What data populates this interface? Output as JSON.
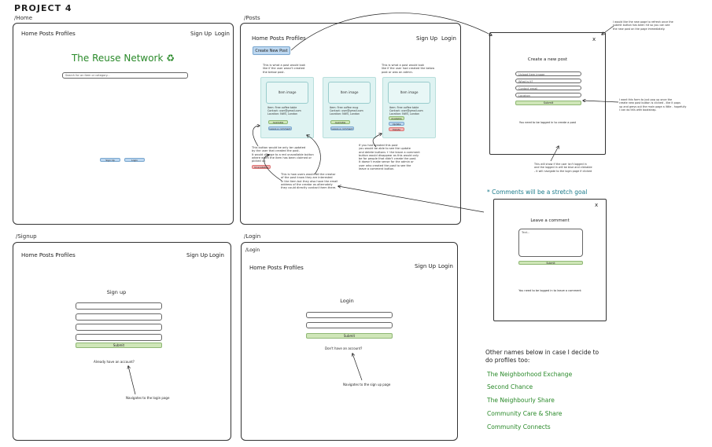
{
  "project_title": "PROJECT 4",
  "nav": {
    "brand": "Home Posts Profiles",
    "signup": "Sign Up",
    "login": "Login"
  },
  "home": {
    "route": "/Home",
    "title": "The Reuse Network ♻",
    "search_placeholder": "Search for an item or category...",
    "signup_btn": "Sign Up",
    "login_btn": "Login"
  },
  "posts": {
    "route": "/Posts",
    "create_btn": "Create New Post",
    "note1": "This is what a post would look\nlike if the user wasn't created\nthe below post.",
    "note2": "This is what a post would look\nlike if the user had created the below\npost or was an admin.",
    "card_image": "Item image",
    "card_info": "Item: Free coffee table\nContact: user@gmail.com\nLocation: NW5, London",
    "card2_info": "Item: Free coffee mug\nContact: user@gmail.com\nLocation: NW5, London",
    "available": "Available",
    "leave_comment": "Leave a comment",
    "update": "Update",
    "delete": "Delete",
    "unavailable": "Unavailable",
    "note3": "This button would be only be updated\nby the user that created the post.\nIt would change to a red unavailable button\nwhere when the item has been claimed or\npicked up",
    "note4": "If you had created this post\nyou would be able to see the update\nand delete buttons + the leave a comment\nbutton would disappear as this would only\nbe for people that didn't create the post.\nIt doesn't make sense for the admin or\nuser who created the post to see the\nleave a comment button.",
    "note5": "This is how users would let the creator\nof the post know they are interested\nin the item but they also have the email\naddress of the creator as alternately\nthey could directly contact them there."
  },
  "create_modal": {
    "close": "x",
    "title": "Create a new post",
    "fields": [
      "Upload item image",
      "What is it?",
      "Contact email",
      "Location"
    ],
    "submit": "Submit",
    "footer": "You need to be logged in to create a post",
    "note_top": "I would like the new page to refresh once the\nsubmit button has been hit so you can see\nthe new post on the page immediately.",
    "note_right": "I want this form to just pop up once the\ncreate new post button is clicked - like it pops\nup and greys out the main page a little - hopefully\nI can do this with bootstrap.",
    "note_bottom": "This will show if the user isn't logged in\nand the logged in will be blue and clickable\n- it will navigate to the login page if clicked"
  },
  "comments": {
    "stretch_note": "* Comments will be a stretch goal",
    "close": "x",
    "title": "Leave a comment",
    "placeholder": "Text...",
    "submit": "Submit",
    "footer": "You need to be logged in to leave a comment"
  },
  "signup": {
    "route": "/Signup",
    "title": "Sign up",
    "submit": "Submit",
    "already": "Already have an account?",
    "note": "Navigates to the login page"
  },
  "login": {
    "route": "/Login",
    "inner_route": "/Login",
    "title": "Login",
    "submit": "Submit",
    "no_account": "Don't have an account?",
    "note": "Navigates to the sign up page"
  },
  "other_names": {
    "heading": "Other names below in case I decide to\ndo profiles too:",
    "names": [
      "The Neighborhood Exchange",
      "Second Chance",
      "The Neighbourly Share",
      "Community Care & Share",
      "Community Connects"
    ]
  }
}
